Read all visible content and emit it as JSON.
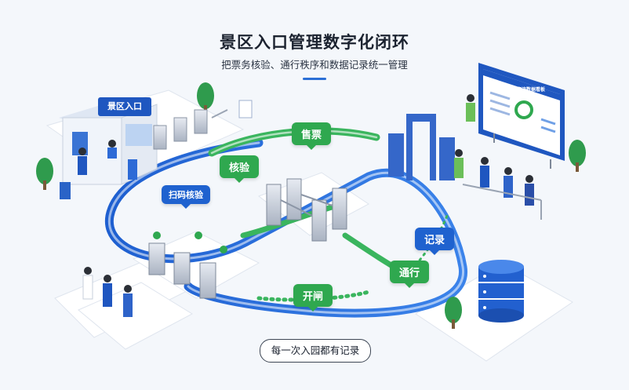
{
  "header": {
    "title": "景区入口管理数字化闭环",
    "subtitle": "把票务核验、通行秩序和数据记录统一管理"
  },
  "booth": {
    "sign": "景区入口"
  },
  "board": {
    "header_text": "景区客流数据看板"
  },
  "steps": {
    "ticket": "售票",
    "verify": "核验",
    "scan": "扫码核验",
    "record": "记录",
    "pass": "通行",
    "open": "开闸"
  },
  "footer": {
    "note": "每一次入园都有记录"
  },
  "colors": {
    "primary_blue": "#1f62cf",
    "accent_green": "#2fa84f",
    "platform": "#ffffff",
    "background": "#f4f7fb"
  }
}
